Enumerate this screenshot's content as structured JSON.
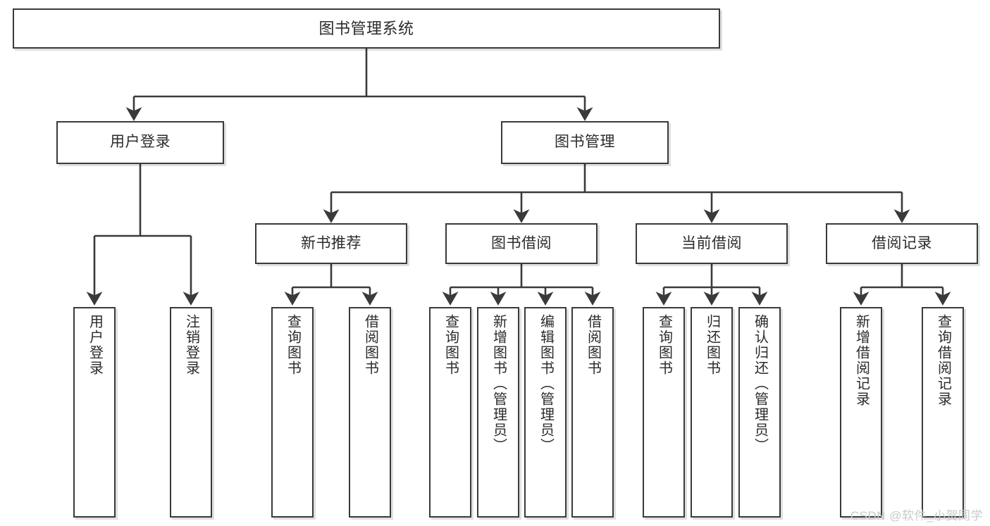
{
  "diagram": {
    "title": "图书管理系统",
    "type": "hierarchy-tree",
    "watermark": "CSDN @软件_小贺同学",
    "colors": {
      "box_border": "#3a3a3a",
      "box_fill": "#ffffff",
      "edge": "#3a3a3a",
      "text": "#2b2b2b",
      "watermark": "#c9c9c9"
    },
    "nodes": {
      "root": {
        "label": "图书管理系统"
      },
      "level2": [
        {
          "id": "user-login",
          "label": "用户登录"
        },
        {
          "id": "book-manage",
          "label": "图书管理"
        }
      ],
      "level3": [
        {
          "id": "new-book-rec",
          "label": "新书推荐"
        },
        {
          "id": "book-borrow",
          "label": "图书借阅"
        },
        {
          "id": "current-borrow",
          "label": "当前借阅"
        },
        {
          "id": "borrow-record",
          "label": "借阅记录"
        }
      ],
      "leaves": {
        "user_login": [
          {
            "id": "leaf-user-login",
            "label": "用户登录"
          },
          {
            "id": "leaf-logout",
            "label": "注销登录"
          }
        ],
        "new_book_rec": [
          {
            "id": "leaf-query-book-1",
            "label": "查询图书"
          },
          {
            "id": "leaf-borrow-book-1",
            "label": "借阅图书"
          }
        ],
        "book_borrow": [
          {
            "id": "leaf-query-book-2",
            "label": "查询图书"
          },
          {
            "id": "leaf-add-book",
            "label": "新增图书（管理员）"
          },
          {
            "id": "leaf-edit-book",
            "label": "编辑图书（管理员）"
          },
          {
            "id": "leaf-borrow-book-2",
            "label": "借阅图书"
          }
        ],
        "current_borrow": [
          {
            "id": "leaf-query-book-3",
            "label": "查询图书"
          },
          {
            "id": "leaf-return-book",
            "label": "归还图书"
          },
          {
            "id": "leaf-confirm-return",
            "label": "确认归还（管理员）"
          }
        ],
        "borrow_record": [
          {
            "id": "leaf-add-record",
            "label": "新增借阅记录"
          },
          {
            "id": "leaf-query-record",
            "label": "查询借阅记录"
          }
        ]
      }
    }
  }
}
